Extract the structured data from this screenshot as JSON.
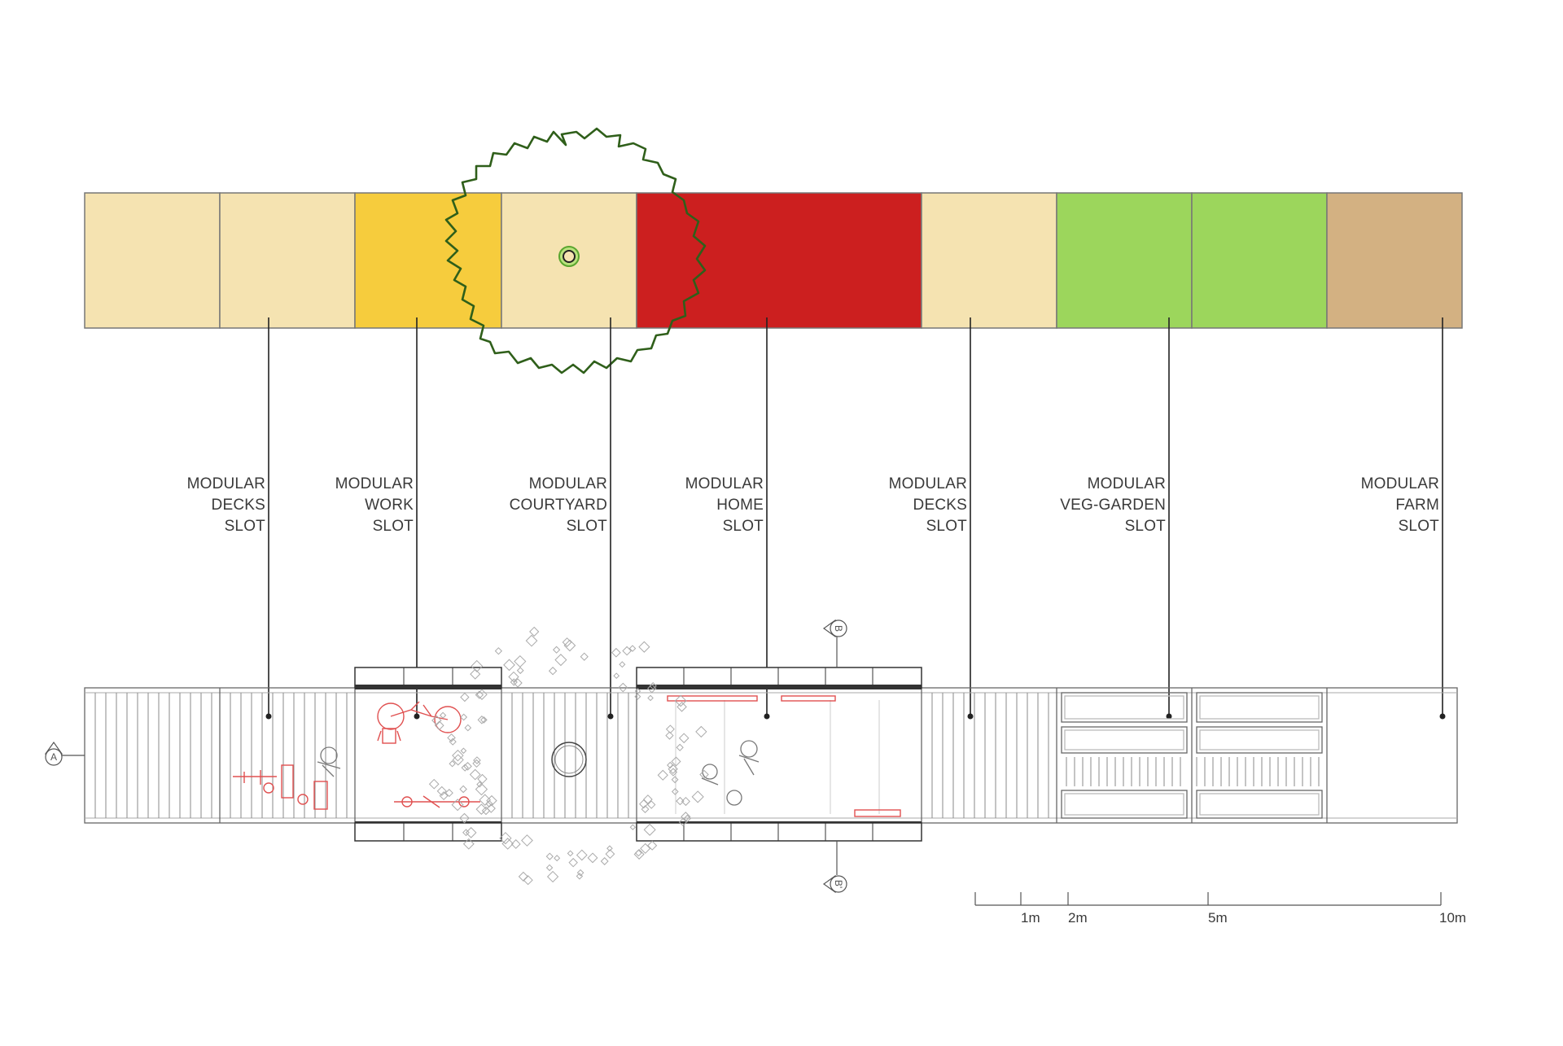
{
  "colors": {
    "decks": "#f5e3b1",
    "work": "#f6cc3d",
    "courtyard": "#f5e3b1",
    "home": "#cc1f1f",
    "veg_garden": "#9cd65c",
    "farm": "#d3b182",
    "tree_outline": "#2f5f1a",
    "leader": "#222222",
    "figure_red": "#e05050",
    "plan_line": "#555555"
  },
  "slots": [
    {
      "id": "decks-1",
      "lines": [
        "MODULAR",
        "DECKS",
        "SLOT"
      ]
    },
    {
      "id": "work",
      "lines": [
        "MODULAR",
        "WORK",
        "SLOT"
      ]
    },
    {
      "id": "courtyard",
      "lines": [
        "MODULAR",
        "COURTYARD",
        "SLOT"
      ]
    },
    {
      "id": "home",
      "lines": [
        "MODULAR",
        "HOME",
        "SLOT"
      ]
    },
    {
      "id": "decks-2",
      "lines": [
        "MODULAR",
        "DECKS",
        "SLOT"
      ]
    },
    {
      "id": "veg-garden",
      "lines": [
        "MODULAR",
        "VEG-GARDEN",
        "SLOT"
      ]
    },
    {
      "id": "farm",
      "lines": [
        "MODULAR",
        "FARM",
        "SLOT"
      ]
    }
  ],
  "section_markers": {
    "a": "A",
    "b": "B",
    "b_prime": "B'"
  },
  "scale_bar": {
    "labels": [
      "1m",
      "2m",
      "5m",
      "10m"
    ]
  }
}
